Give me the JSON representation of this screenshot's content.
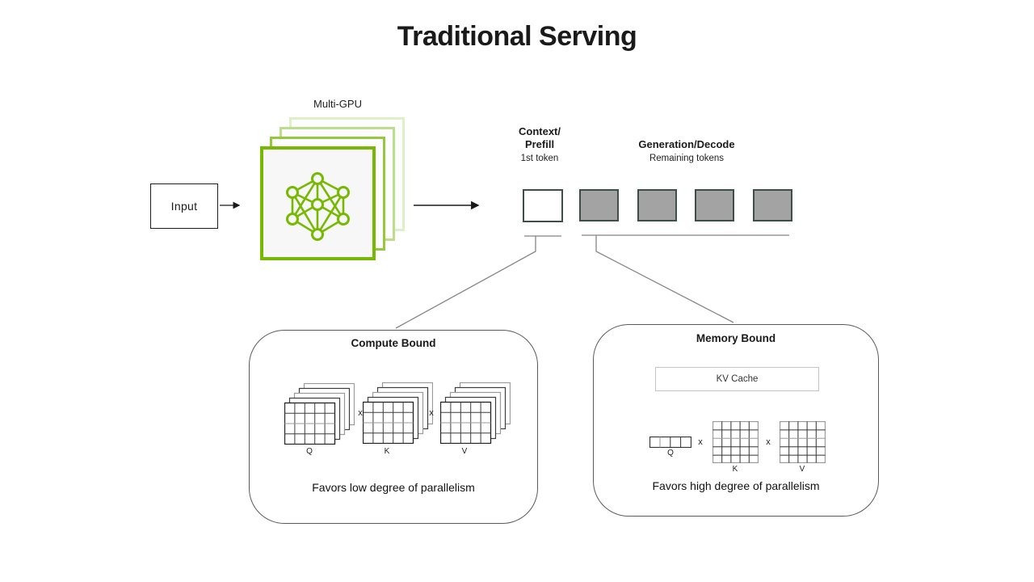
{
  "title": "Traditional Serving",
  "flow": {
    "input_label": "Input",
    "multi_gpu_label": "Multi-GPU",
    "context_prefill": {
      "title_line1": "Context/",
      "title_line2": "Prefill",
      "subtitle": "1st token"
    },
    "generation_decode": {
      "title": "Generation/Decode",
      "subtitle": "Remaining tokens"
    },
    "prefill_token_count": 1,
    "decode_token_count": 4
  },
  "compute_bound": {
    "title": "Compute Bound",
    "operands": [
      "Q",
      "K",
      "V"
    ],
    "operator": "x",
    "caption": "Favors low degree of parallelism"
  },
  "memory_bound": {
    "title": "Memory Bound",
    "kv_cache_label": "KV Cache",
    "operands": [
      "Q",
      "K",
      "V"
    ],
    "operator": "x",
    "caption": "Favors high degree of parallelism"
  },
  "colors": {
    "accent_green": "#76b900",
    "token_fill_gray": "#a3a3a3",
    "token_border": "#3e4f48",
    "connector_gray": "#858585"
  }
}
